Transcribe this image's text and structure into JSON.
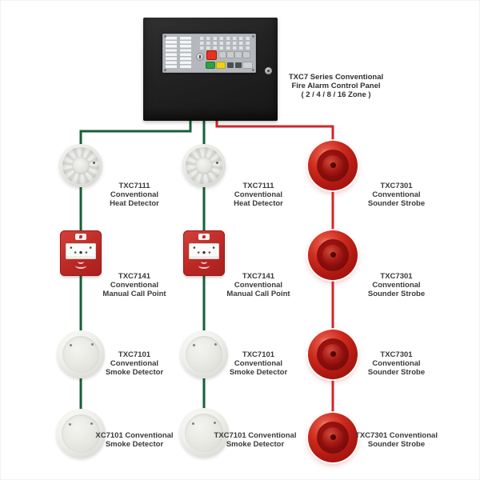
{
  "panel": {
    "label_lines": [
      "TXC7 Series Conventional",
      "Fire Alarm Control Panel",
      "( 2 / 4 / 8 / 16 Zone )"
    ]
  },
  "colors": {
    "zone_wire_green": "#1a5e38",
    "sounder_wire_red": "#d2262a",
    "call_point_red": "#bc2824",
    "sounder_body_red": "#b01a12",
    "panel_black": "#222222",
    "panel_plate_gray": "#b4b8bc",
    "label_text": "#3a3a3a"
  },
  "columns": [
    {
      "id": "zone-circuit-1",
      "wire_color": "#1a5e38",
      "devices": [
        {
          "type": "heat-detector",
          "model": "TXC7111",
          "label_lines": [
            "TXC7111",
            "Conventional",
            "Heat Detector"
          ]
        },
        {
          "type": "manual-call-point",
          "model": "TXC7141",
          "label_lines": [
            "TXC7141",
            "Conventional",
            "Manual Call Point"
          ]
        },
        {
          "type": "smoke-detector",
          "model": "TXC7101",
          "label_lines": [
            "TXC7101",
            "Conventional",
            "Smoke Detector"
          ]
        },
        {
          "type": "smoke-detector",
          "model": "XC7101",
          "label_lines": [
            "XC7101 Conventional",
            "Smoke Detector"
          ]
        }
      ]
    },
    {
      "id": "zone-circuit-2",
      "wire_color": "#1a5e38",
      "devices": [
        {
          "type": "heat-detector",
          "model": "TXC7111",
          "label_lines": [
            "TXC7111",
            "Conventional",
            "Heat Detector"
          ]
        },
        {
          "type": "manual-call-point",
          "model": "TXC7141",
          "label_lines": [
            "TXC7141",
            "Conventional",
            "Manual Call Point"
          ]
        },
        {
          "type": "smoke-detector",
          "model": "TXC7101",
          "label_lines": [
            "TXC7101",
            "Conventional",
            "Smoke Detector"
          ]
        },
        {
          "type": "smoke-detector",
          "model": "TXC7101",
          "label_lines": [
            "TXC7101 Conventional",
            "Smoke Detector"
          ]
        }
      ]
    },
    {
      "id": "sounder-circuit",
      "wire_color": "#d2262a",
      "devices": [
        {
          "type": "sounder-strobe",
          "model": "TXC7301",
          "label_lines": [
            "TXC7301",
            "Conventional",
            "Sounder Strobe"
          ]
        },
        {
          "type": "sounder-strobe",
          "model": "TXC7301",
          "label_lines": [
            "TXC7301",
            "Conventional",
            "Sounder Strobe"
          ]
        },
        {
          "type": "sounder-strobe",
          "model": "TXC7301",
          "label_lines": [
            "TXC7301",
            "Conventional",
            "Sounder Strobe"
          ]
        },
        {
          "type": "sounder-strobe",
          "model": "TXC7301",
          "label_lines": [
            "TXC7301 Conventional",
            "Sounder Strobe"
          ]
        }
      ]
    }
  ]
}
